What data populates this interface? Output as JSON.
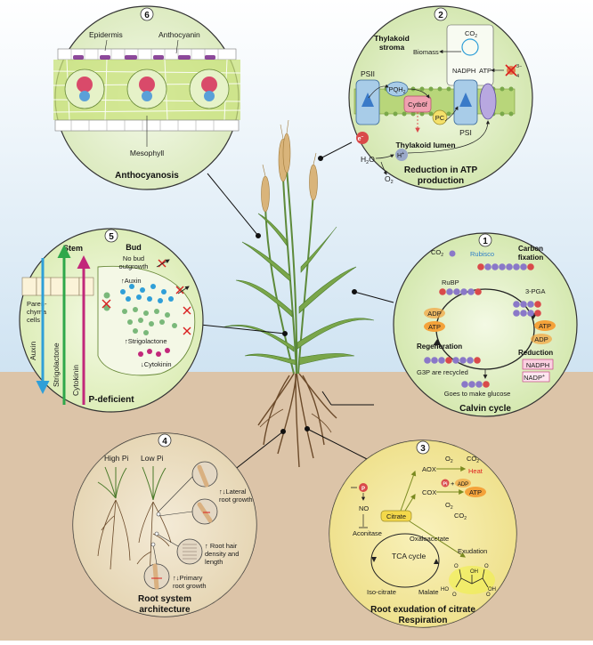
{
  "colors": {
    "sky_top": "#ffffff",
    "sky_bottom": "#cfe3f2",
    "soil": "#c9a57a",
    "panel_light_green": "#e4f0c8",
    "panel_yellow": "#f2e79a",
    "panel_tan": "#eadcc0",
    "phosphate_red": "#d94a4a",
    "carbon_purple": "#8a78c8",
    "atp_orange": "#f4a23a",
    "auxin_blue": "#2f9fd8",
    "strigolactone_green": "#2fa84a",
    "cytokinin_magenta": "#c2287a",
    "anthocyanin_purple": "#7a2a8a",
    "mesophyll_green": "#c8e27a"
  },
  "panel6": {
    "number": "6",
    "title": "Anthocyanosis",
    "label_epidermis": "Epidermis",
    "label_anthocyanin": "Anthocyanin",
    "label_mesophyll": "Mesophyll"
  },
  "panel2": {
    "number": "2",
    "title_line1": "Reduction in ATP",
    "title_line2": "production",
    "stroma_line1": "Thylakoid",
    "stroma_line2": "stroma",
    "lumen": "Thylakoid lumen",
    "co2": "CO",
    "co2_sub": "2",
    "biomass": "Biomass",
    "nadph": "NADPH",
    "atp": "ATP",
    "po4_sup": "3−",
    "po4_sub": "4",
    "psii": "PSII",
    "pqh": "PQH",
    "pqh_sub": "2",
    "cytb6f": "Cytb6f",
    "pc": "PC",
    "psi": "PSI",
    "electron": "e",
    "electron_sup": "−",
    "h2o": "H",
    "h2o_sub": "2",
    "h2o_end": "O",
    "proton": "H",
    "proton_sup": "+",
    "o2": "O",
    "o2_sub": "2"
  },
  "panel5": {
    "number": "5",
    "stem": "Stem",
    "bud": "Bud",
    "no_bud_line1": "No bud",
    "no_bud_line2": "outgrowth",
    "auxin_arrow": "↑Auxin",
    "strigolactone_arrow": "↑Strigolactone",
    "cytokinin_arrow": "↓Cytokinin",
    "parenchyma_line1": "Paren-",
    "parenchyma_line2": "chyma",
    "parenchyma_line3": "cells",
    "auxin_vertical": "Auxin",
    "strigolactone_vertical": "Strigolactone",
    "cytokinin_vertical": "Cytokinin",
    "p_deficient": "P-deficient"
  },
  "panel1": {
    "number": "1",
    "title": "Calvin cycle",
    "co2": "CO",
    "co2_sub": "2",
    "rubisco": "Rubisco",
    "carbon_fixation_line1": "Carbon",
    "carbon_fixation_line2": "fixation",
    "rubp": "RuBP",
    "pga": "3-PGA",
    "adp": "ADP",
    "atp": "ATP",
    "regeneration": "Regeneration",
    "reduction": "Reduction",
    "nadph": "NADPH",
    "nadp": "NADP",
    "nadp_sup": "+",
    "g3p_recycled": "G3P are recycled",
    "glucose": "Goes to make glucose",
    "p": "P"
  },
  "panel4": {
    "number": "4",
    "high_pi": "High Pi",
    "low_pi": "Low Pi",
    "lateral_line1": "↑↓Lateral",
    "lateral_line2": "root growth",
    "hair_line1": "↑ Root hair",
    "hair_line2": "density and",
    "hair_line3": "length",
    "primary_line1": "↑↓Primary",
    "primary_line2": "root growth",
    "title_line1": "Root system",
    "title_line2": "architecture"
  },
  "panel3": {
    "number": "3",
    "title_line1": "Root exudation of citrate",
    "title_line2": "Respiration",
    "p": "P",
    "no": "NO",
    "aconitase": "Aconitase",
    "citrate": "Citrate",
    "aox": "AOX",
    "cox": "COX",
    "heat": "Heat",
    "atp": "ATP",
    "adp": "ADP",
    "pi": "Pi",
    "o2": "O",
    "o2_sub": "2",
    "co2": "CO",
    "co2_sub": "2",
    "tca": "TCA cycle",
    "oxaloacetate": "Oxaloacetate",
    "exudation": "Exudation",
    "isocitrate": "Iso-citrate",
    "malate": "Malate",
    "ho": "HO",
    "oh": "OH",
    "oh_center": "OH",
    "o_top_left": "O",
    "o_top_right": "O",
    "o_bottom_left": "O",
    "o_bottom_right": "O",
    "p_plus": "+"
  }
}
